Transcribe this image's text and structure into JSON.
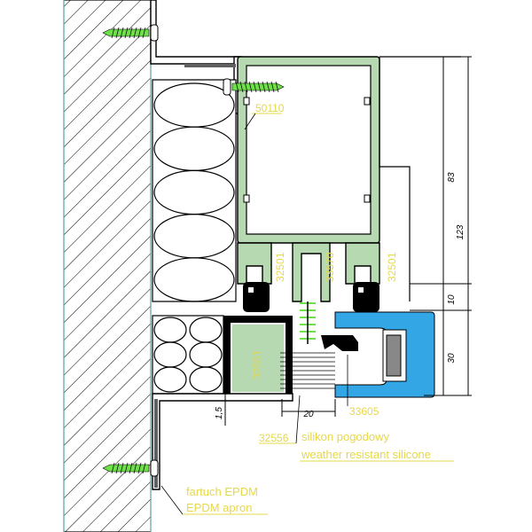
{
  "part_numbers": {
    "main_profile": "50110",
    "gasket_left": "32501",
    "gasket_middle": "33570",
    "gasket_right": "32501",
    "lower_profile": "32551",
    "bottom_gasket": "33605",
    "bottom_tape": "32556"
  },
  "dimensions": {
    "total_height": "123",
    "upper_height": "83",
    "gasket_gap": "10",
    "glass_zone": "30",
    "width": "20",
    "offset": "1,5"
  },
  "notes": {
    "silicone_pl": "silikon pogodowy",
    "silicone_en": "weather resistant silicone",
    "apron_pl": "fartuch EPDM",
    "apron_en": "EPDM apron"
  },
  "colors": {
    "aluminium": "#b7d9b2",
    "insulation_fill": "#ffffff",
    "gasket": "#000000",
    "glass": "#33a6e6",
    "screw": "#6fe04a",
    "label": "#e6d84a",
    "line": "#000000"
  }
}
